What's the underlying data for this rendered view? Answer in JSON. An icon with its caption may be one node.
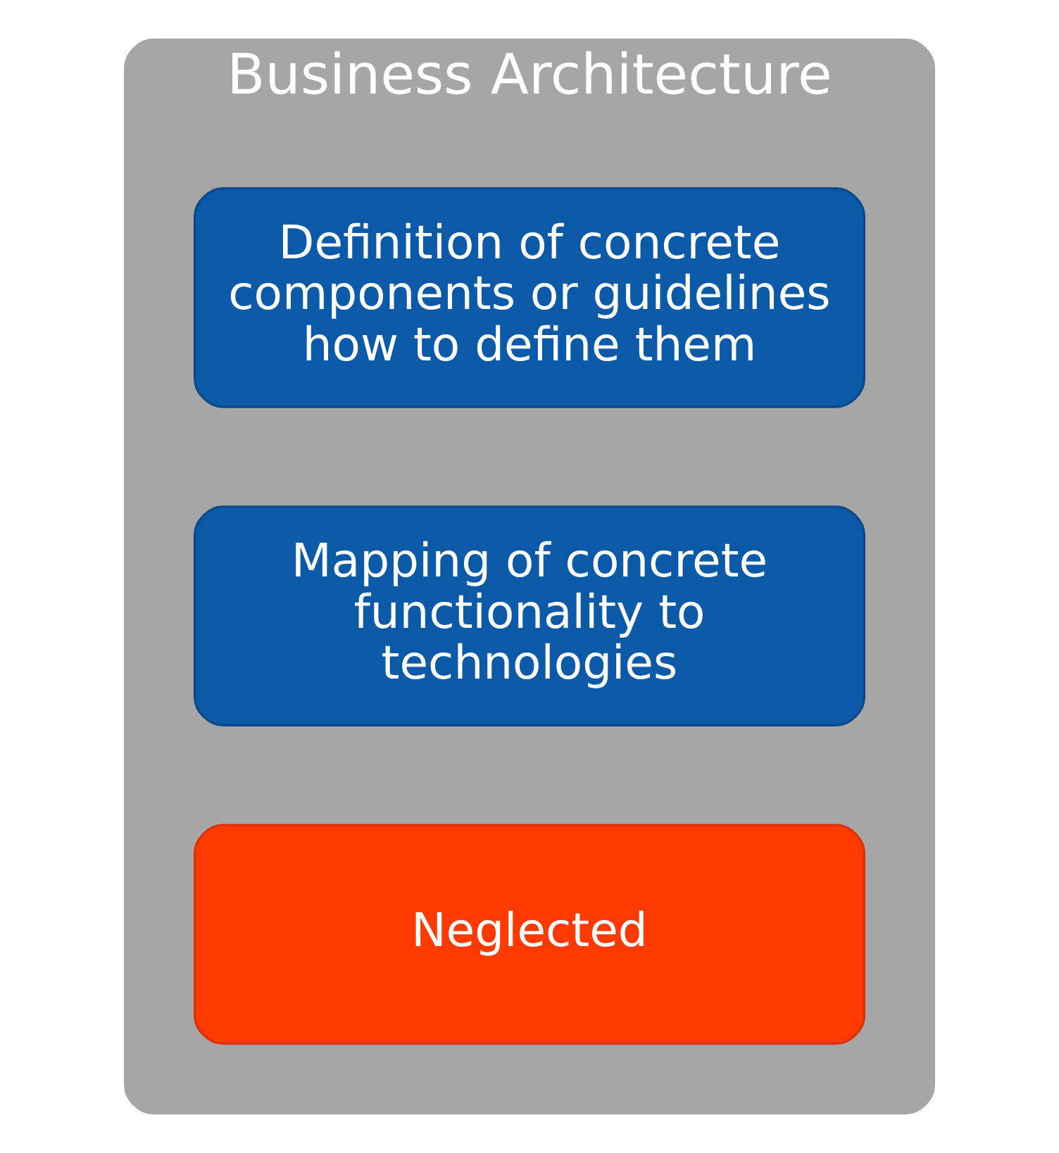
{
  "diagram": {
    "nodes": [
      {
        "text": [
          "Business Architecture"
        ]
      },
      {
        "text": [
          "Definition of concrete components or guidelines how to define them"
        ],
        "in": 0
      },
      {
        "text": [
          "Mapping of concrete functionality to technologies"
        ],
        "in": 0
      },
      {
        "text": [
          "Neglected"
        ],
        "in": 0
      }
    ]
  }
}
